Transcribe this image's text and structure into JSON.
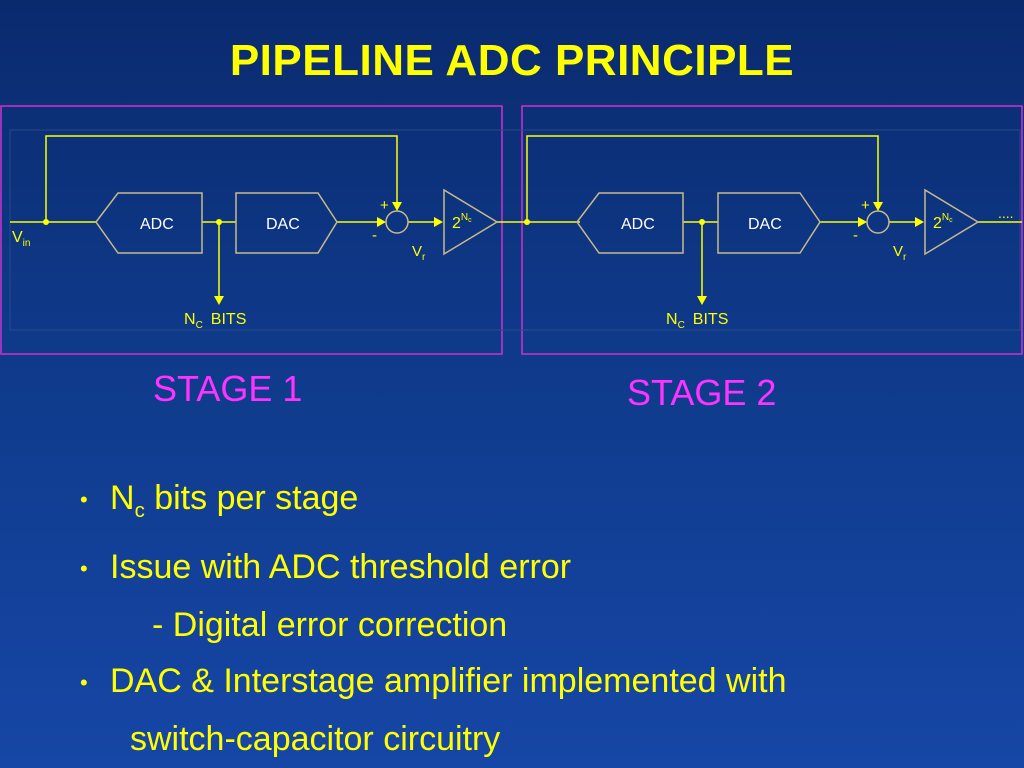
{
  "slide": {
    "title": "PIPELINE ADC PRINCIPLE"
  },
  "diagram": {
    "vin_label": "V",
    "vin_sub": "in",
    "stage1": {
      "adc_label": "ADC",
      "dac_label": "DAC",
      "plus": "+",
      "minus": "-",
      "gain_base": "2",
      "gain_sup": "N",
      "gain_sup_sub": "c",
      "vr_label": "V",
      "vr_sub": "r",
      "bits_main": "N",
      "bits_sub": "C",
      "bits_tail": "BITS"
    },
    "stage2": {
      "adc_label": "ADC",
      "dac_label": "DAC",
      "plus": "+",
      "minus": "-",
      "gain_base": "2",
      "gain_sup": "N",
      "gain_sup_sub": "c",
      "vr_label": "V",
      "vr_sub": "r",
      "bits_main": "N",
      "bits_sub": "C",
      "bits_tail": "BITS",
      "continuation": "...."
    }
  },
  "labels": {
    "stage1": "STAGE 1",
    "stage2": "STAGE 2"
  },
  "bullets": {
    "b1_main": "N",
    "b1_sub": "c",
    "b1_tail": " bits per stage",
    "b2": "Issue with ADC threshold error",
    "b2_sub": "- Digital error correction",
    "b3": "DAC & Interstage amplifier implemented with",
    "b3_cont": "switch-capacitor circuitry",
    "bullet_char": "•"
  },
  "colors": {
    "title": "#ffff00",
    "stage_label": "#ff33ff",
    "frame": "#cc33cc",
    "wire": "#ffff00",
    "block_outline": "#c9b98a"
  }
}
